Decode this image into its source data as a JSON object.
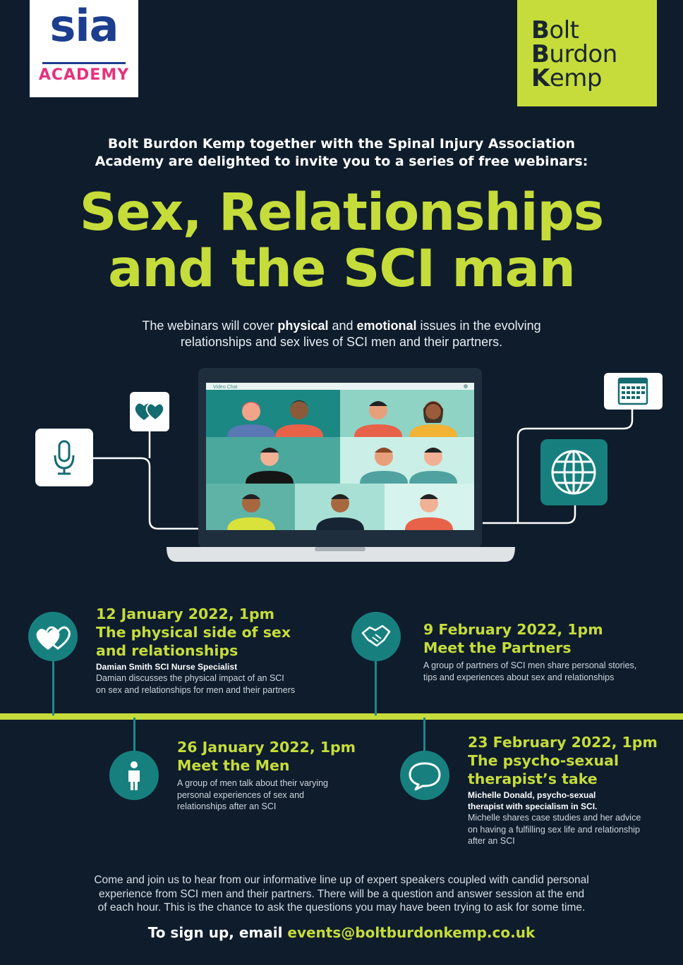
{
  "logos": {
    "sia_word": "sia",
    "sia_sub": "ACADEMY",
    "bbk_lines": [
      {
        "initial": "B",
        "rest": "olt"
      },
      {
        "initial": "B",
        "rest": "urdon"
      },
      {
        "initial": "K",
        "rest": "emp"
      }
    ]
  },
  "intro": {
    "line1": "Bolt Burdon Kemp together with the Spinal Injury Association",
    "line2": "Academy are delighted to invite you to a series of free webinars:"
  },
  "title": {
    "line1": "Sex, Relationships",
    "line2": "and the SCI man"
  },
  "subtitle": {
    "p1": "The webinars will cover ",
    "b1": "physical",
    "p2": " and ",
    "b2": "emotional",
    "p3": " issues in the evolving",
    "line2": "relationships and sex lives of SCI men and their partners."
  },
  "video_window": {
    "title": "Video Chat"
  },
  "events": [
    {
      "date": "12 January 2022, 1pm",
      "title_lines": [
        "The physical side of sex",
        "and relationships"
      ],
      "speaker": "Damian Smith SCI Nurse Specialist",
      "desc_lines": [
        "Damian discusses the physical impact of an SCI",
        "on sex and relationships for men and their partners"
      ],
      "icon": "hearts-icon"
    },
    {
      "date": "9 February 2022, 1pm",
      "title_lines": [
        "Meet the Partners"
      ],
      "desc_lines": [
        "A group of partners of SCI men share personal stories,",
        "tips and experiences about sex and relationships"
      ],
      "icon": "handshake-icon"
    },
    {
      "date": "26 January 2022, 1pm",
      "title_lines": [
        "Meet the Men"
      ],
      "desc_lines": [
        "A group of men talk about their varying",
        "personal experiences of sex and",
        "relationships after an SCI"
      ],
      "icon": "person-icon"
    },
    {
      "date": "23 February 2022, 1pm",
      "title_lines": [
        "The psycho-sexual",
        "therapist’s take"
      ],
      "speaker_lines": [
        "Michelle Donald, psycho-sexual",
        "therapist with specialism  in SCI."
      ],
      "desc_lines": [
        "Michelle shares case studies and her advice",
        "on having a fulfilling sex life and relationship",
        "after an SCI"
      ],
      "icon": "speech-bubble-icon"
    }
  ],
  "closing": {
    "line1": "Come and join us to hear from our informative line up of expert speakers coupled with candid personal",
    "line2": "experience from SCI men and their partners. There will be a question and answer session at the end",
    "line3": "of each hour. This is the chance to ask the questions you may have been trying to ask for some time."
  },
  "signup": {
    "prefix": "To sign up, email ",
    "email": "events@boltburdonkemp.co.uk"
  },
  "colors": {
    "background": "#0e1c2c",
    "accent_lime": "#c6dc3a",
    "teal": "#17807f",
    "sia_blue": "#1d3e8f",
    "sia_pink": "#e6317d"
  }
}
